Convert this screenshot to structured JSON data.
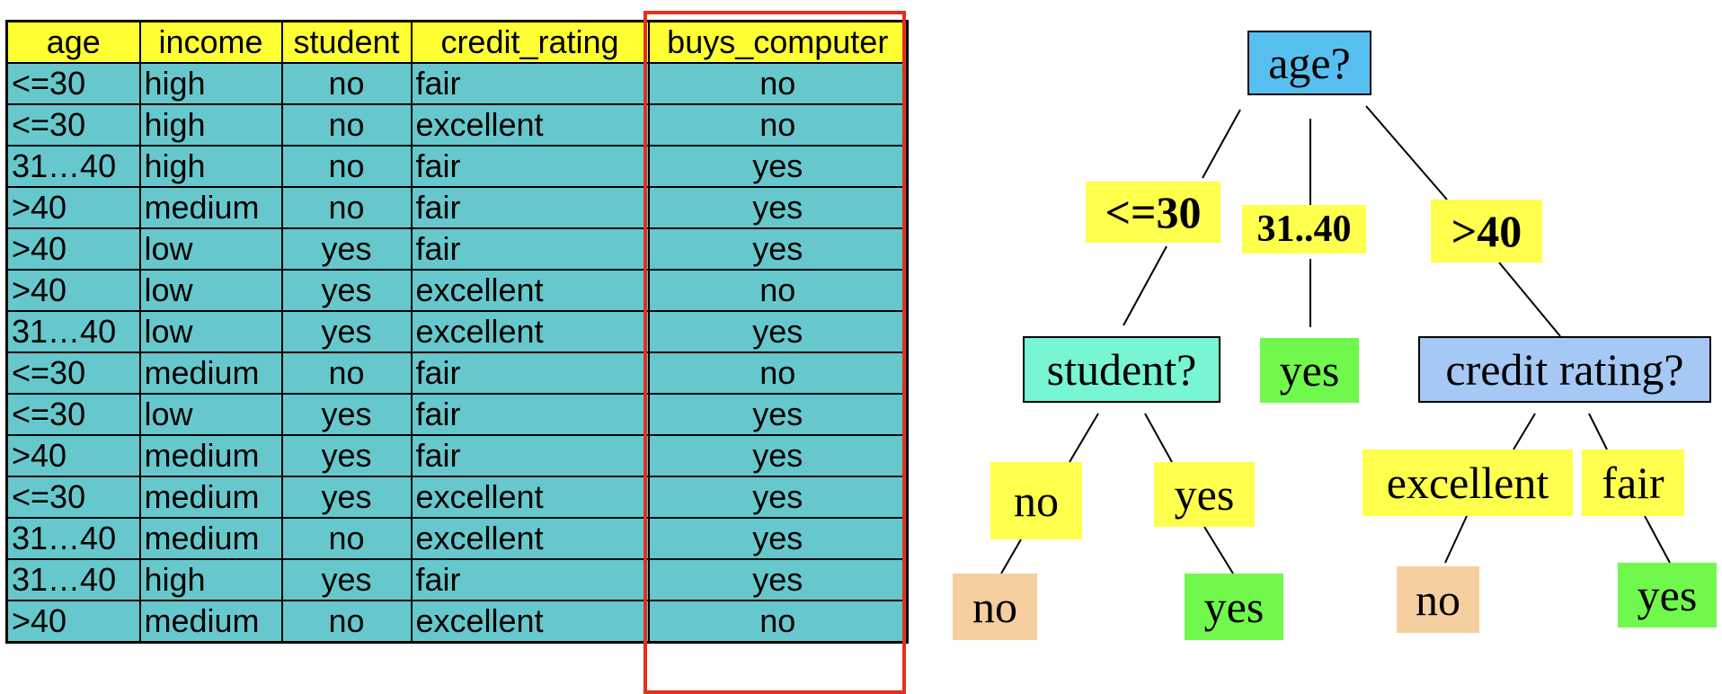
{
  "table": {
    "columns": [
      "age",
      "income",
      "student",
      "credit_rating",
      "buys_computer"
    ],
    "rows": [
      [
        "<=30",
        "high",
        "no",
        "fair",
        "no"
      ],
      [
        "<=30",
        "high",
        "no",
        "excellent",
        "no"
      ],
      [
        "31…40",
        "high",
        "no",
        "fair",
        "yes"
      ],
      [
        ">40",
        "medium",
        "no",
        "fair",
        "yes"
      ],
      [
        ">40",
        "low",
        "yes",
        "fair",
        "yes"
      ],
      [
        ">40",
        "low",
        "yes",
        "excellent",
        "no"
      ],
      [
        "31…40",
        "low",
        "yes",
        "excellent",
        "yes"
      ],
      [
        "<=30",
        "medium",
        "no",
        "fair",
        "no"
      ],
      [
        "<=30",
        "low",
        "yes",
        "fair",
        "yes"
      ],
      [
        ">40",
        "medium",
        "yes",
        "fair",
        "yes"
      ],
      [
        "<=30",
        "medium",
        "yes",
        "excellent",
        "yes"
      ],
      [
        "31…40",
        "medium",
        "no",
        "excellent",
        "yes"
      ],
      [
        "31…40",
        "high",
        "yes",
        "fair",
        "yes"
      ],
      [
        ">40",
        "medium",
        "no",
        "excellent",
        "no"
      ]
    ]
  },
  "tree": {
    "root": "age?",
    "age_branches": [
      "<=30",
      "31..40",
      ">40"
    ],
    "student_node": "student?",
    "mid_leaf": "yes",
    "credit_node": "credit rating?",
    "student_branches": [
      "no",
      "yes"
    ],
    "student_leaves": [
      "no",
      "yes"
    ],
    "credit_branches": [
      "excellent",
      "fair"
    ],
    "credit_leaves": [
      "no",
      "yes"
    ]
  },
  "colors": {
    "header": "#ffff33",
    "cell": "#66c8cc",
    "highlight_border": "#e0301e",
    "root_node": "#57bff0",
    "student_node": "#78f5d2",
    "credit_node": "#a6c8f5",
    "branch_label": "#ffff4d",
    "leaf_yes": "#70f84c",
    "leaf_no": "#f5cfa0"
  }
}
